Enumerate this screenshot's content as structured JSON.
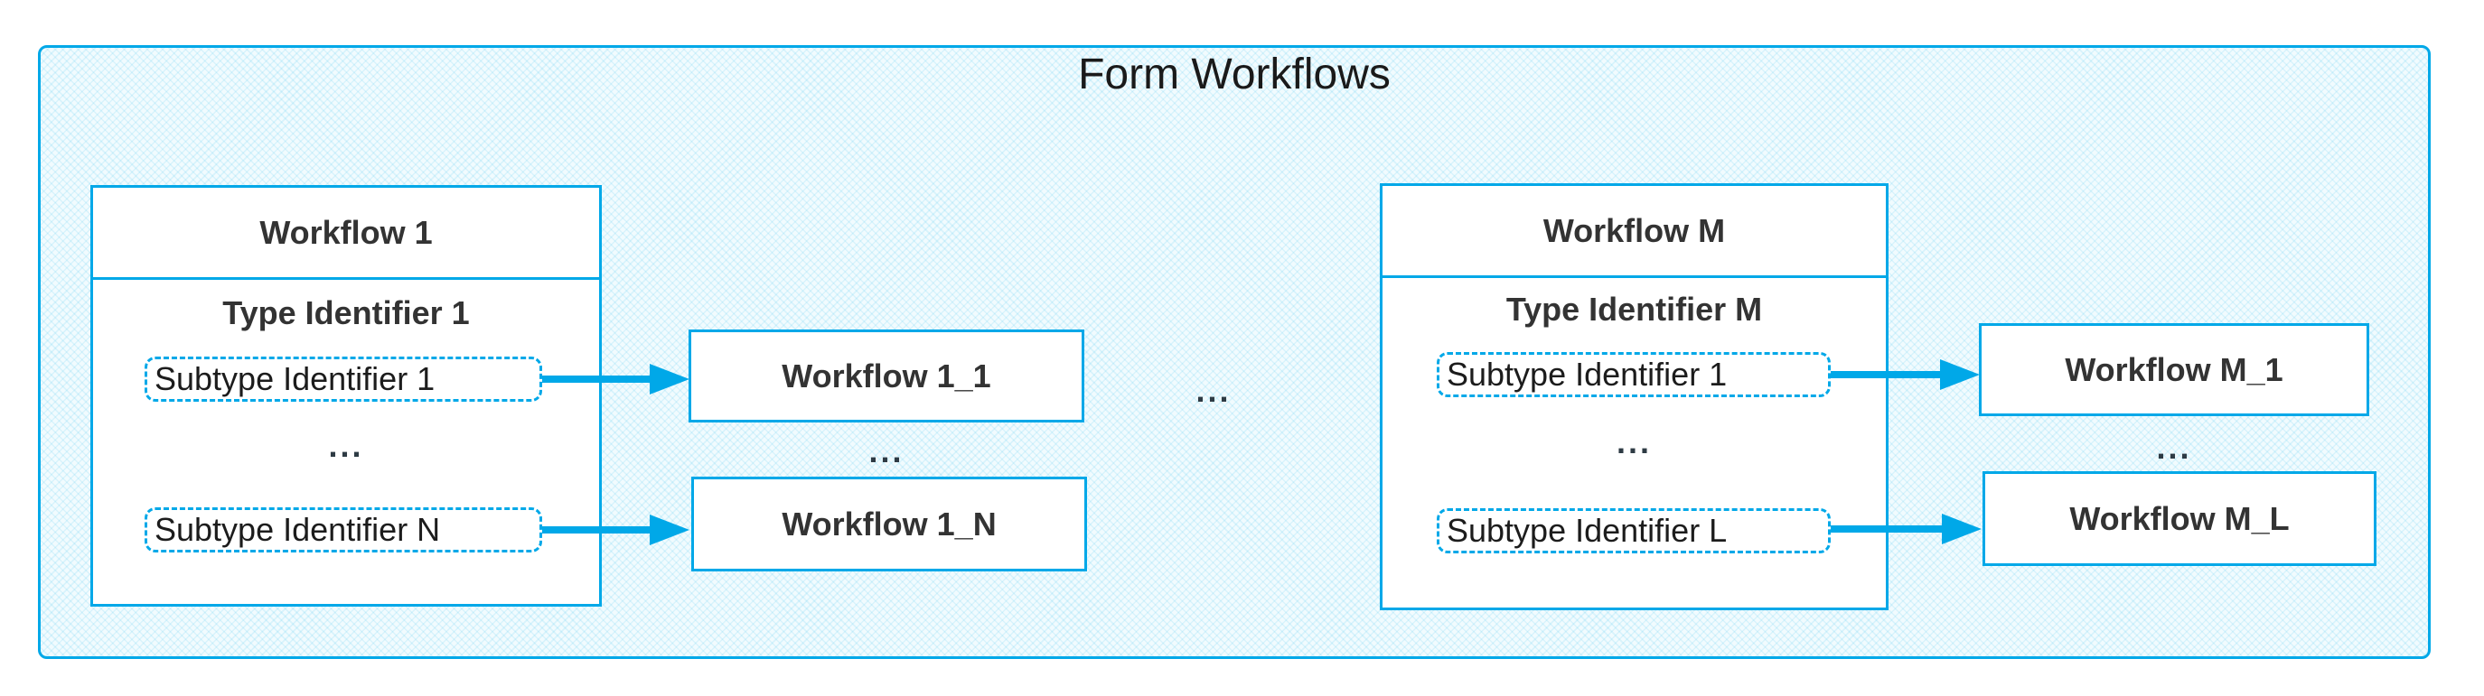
{
  "title": "Form Workflows",
  "middle_ellipsis": "...",
  "colors": {
    "accent": "#00A8E8",
    "container_fill": "#F1FBFE",
    "text": "#333333"
  },
  "groups": [
    {
      "workflow_box": {
        "title": "Workflow 1",
        "type_identifier": "Type Identifier 1",
        "subtype_first": "Subtype Identifier 1",
        "subtype_last": "Subtype Identifier N",
        "ellipsis": "..."
      },
      "target_boxes": {
        "first": "Workflow 1_1",
        "last": "Workflow 1_N",
        "ellipsis": "..."
      }
    },
    {
      "workflow_box": {
        "title": "Workflow M",
        "type_identifier": "Type Identifier M",
        "subtype_first": "Subtype Identifier 1",
        "subtype_last": "Subtype Identifier L",
        "ellipsis": "..."
      },
      "target_boxes": {
        "first": "Workflow M_1",
        "last": "Workflow M_L",
        "ellipsis": "..."
      }
    }
  ]
}
